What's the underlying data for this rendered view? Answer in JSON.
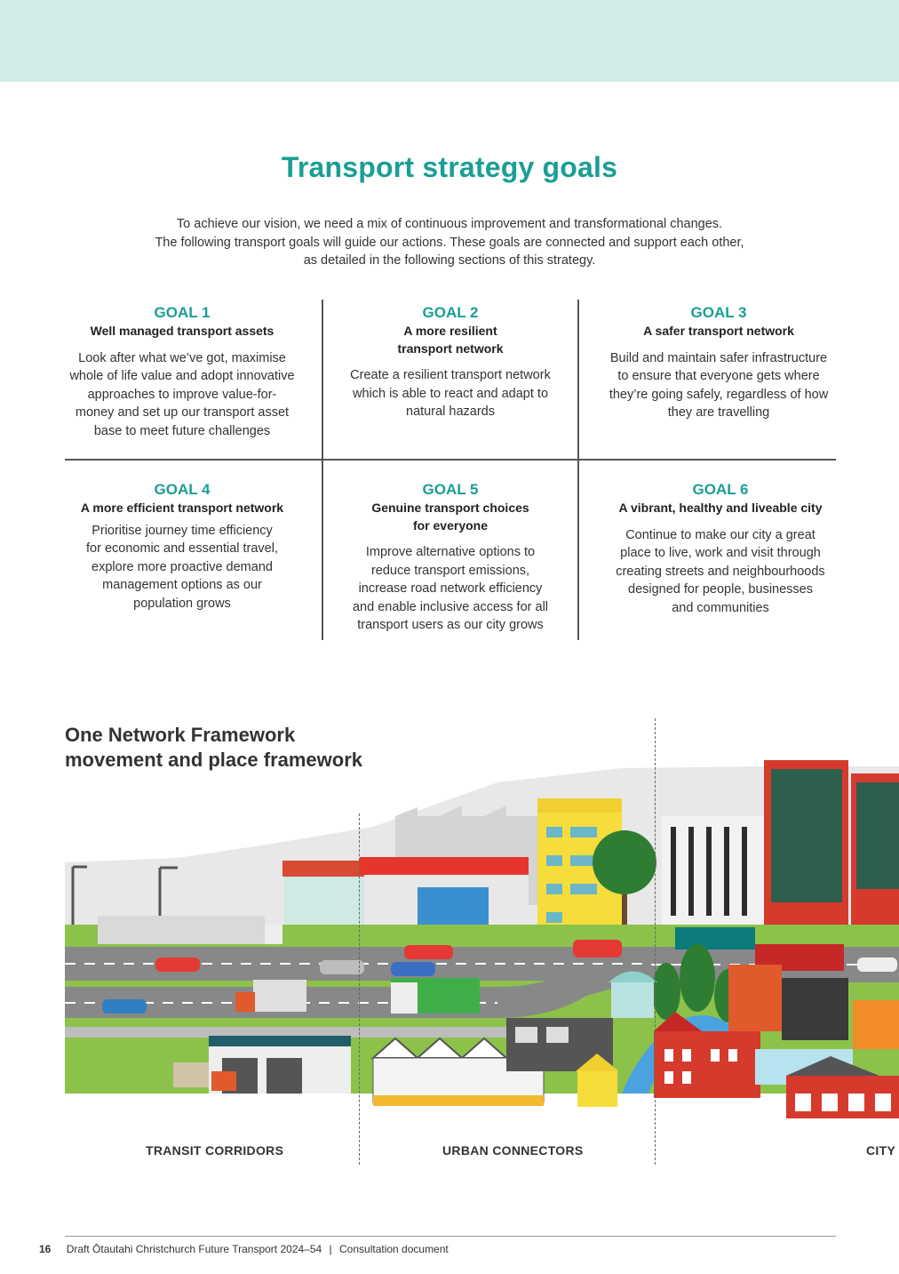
{
  "page_title": "Transport strategy goals",
  "intro_lines": [
    "To achieve our vision, we need a mix of continuous improvement and transformational changes.",
    "The following transport goals will guide our actions. These goals are connected and support each other,",
    "as detailed in the following sections of this strategy."
  ],
  "goals": [
    {
      "number": "GOAL 1",
      "title": "Well managed transport assets",
      "desc": [
        "Look after what we’ve got, maximise",
        "whole of life value and adopt innovative",
        "approaches to improve value-for-",
        "money and set up our transport asset",
        "base to meet future challenges"
      ]
    },
    {
      "number": "GOAL 2",
      "title": [
        "A more resilient",
        "transport network"
      ],
      "desc": [
        "Create a resilient transport network",
        "which is able to react and adapt to",
        "natural hazards"
      ]
    },
    {
      "number": "GOAL 3",
      "title": "A safer transport network",
      "desc": [
        "Build and maintain safer infrastructure",
        "to ensure that everyone gets where",
        "they’re going safely, regardless of how",
        "they are travelling"
      ]
    },
    {
      "number": "GOAL 4",
      "title": "A more efficient transport network",
      "desc": [
        "Prioritise journey time efficiency",
        "for economic and essential travel,",
        "explore more proactive demand",
        "management options as our",
        "population grows"
      ]
    },
    {
      "number": "GOAL 5",
      "title": [
        "Genuine transport choices",
        "for everyone"
      ],
      "desc": [
        "Improve alternative options to",
        "reduce transport emissions,",
        "increase road network efficiency",
        "and enable inclusive access for all",
        "transport users as our city grows"
      ]
    },
    {
      "number": "GOAL 6",
      "title": "A vibrant, healthy and liveable city",
      "desc": [
        "Continue to make our city a great",
        "place to live, work and visit through",
        "creating streets and neighbourhoods",
        "designed for people, businesses",
        "and communities"
      ]
    }
  ],
  "framework": {
    "title_lines": [
      "One Network Framework",
      "movement and place framework"
    ],
    "categories": [
      "TRANSIT CORRIDORS",
      "URBAN CONNECTORS",
      "CITY"
    ]
  },
  "footer": {
    "page_number": "16",
    "doc_title": "Draft Ōtautahi Christchurch Future Transport 2024–54",
    "separator": "|",
    "doc_type": "Consultation document"
  },
  "colors": {
    "accent": "#1a9e95",
    "band": "#d3ebe6"
  }
}
